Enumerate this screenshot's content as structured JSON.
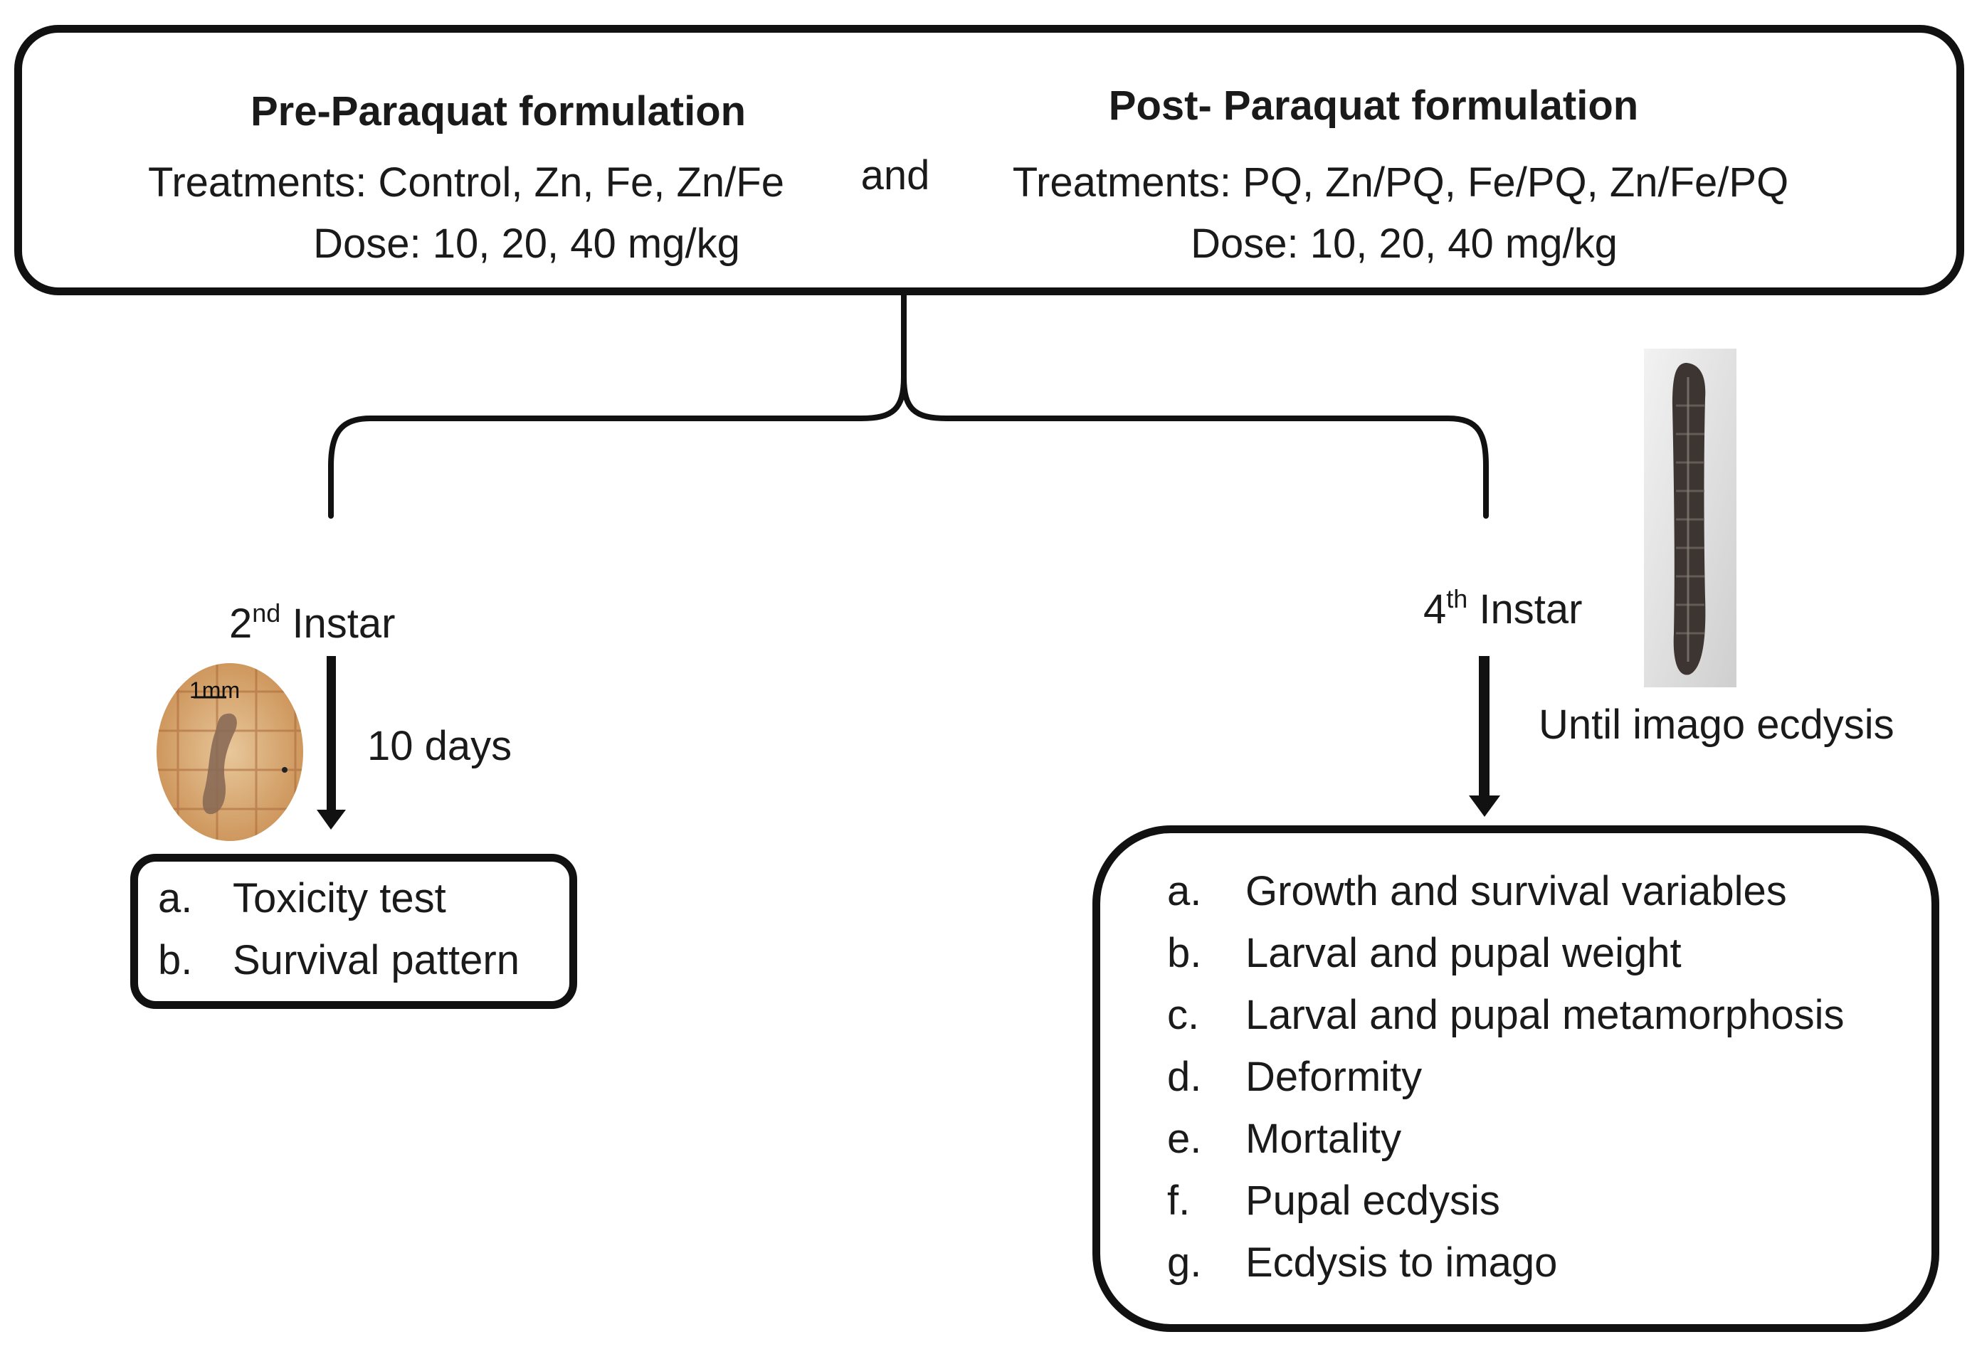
{
  "top_box": {
    "pre_title": "Pre-Paraquat formulation",
    "pre_treatments": "Treatments: Control, Zn, Fe, Zn/Fe",
    "pre_dose": "Dose: 10, 20, 40 mg/kg",
    "connector": "and",
    "post_title": "Post- Paraquat formulation",
    "post_treatments": "Treatments: PQ, Zn/PQ, Fe/PQ, Zn/Fe/PQ",
    "post_dose": "Dose: 10, 20, 40 mg/kg"
  },
  "left_branch": {
    "stage_number": "2",
    "stage_suffix": "nd",
    "stage_word": "Instar",
    "duration": "10 days",
    "scale_label": "1mm",
    "items": [
      {
        "marker": "a.",
        "text": "Toxicity test"
      },
      {
        "marker": "b.",
        "text": "Survival pattern"
      }
    ]
  },
  "right_branch": {
    "stage_number": "4",
    "stage_suffix": "th",
    "stage_word": "Instar",
    "duration": "Until imago ecdysis",
    "items": [
      {
        "marker": "a.",
        "text": "Growth and survival variables"
      },
      {
        "marker": "b.",
        "text": "Larval and pupal weight"
      },
      {
        "marker": "c.",
        "text": "Larval and pupal metamorphosis"
      },
      {
        "marker": "d.",
        "text": "Deformity"
      },
      {
        "marker": "e.",
        "text": "Mortality"
      },
      {
        "marker": "f.",
        "text": "Pupal ecdysis"
      },
      {
        "marker": "g.",
        "text": "Ecdysis to imago"
      }
    ]
  }
}
